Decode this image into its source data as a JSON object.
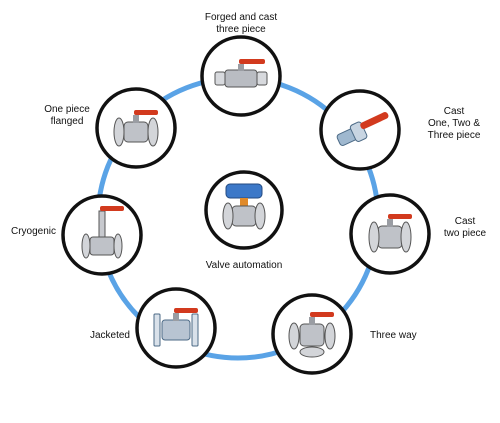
{
  "ring_color": "#5aa3e6",
  "disc_border_color": "#111111",
  "handle_color": "#d23a1e",
  "nodes": [
    {
      "id": "forged",
      "icon": "three-piece-ball-valve-icon",
      "lines": [
        "Forged and cast",
        "three piece"
      ]
    },
    {
      "id": "cast-one-two-three",
      "icon": "lever-ball-valve-icon",
      "lines": [
        "Cast",
        "One, Two &",
        "Three piece"
      ]
    },
    {
      "id": "cast-two",
      "icon": "two-piece-ball-valve-icon",
      "lines": [
        "Cast",
        "two piece"
      ]
    },
    {
      "id": "three-way",
      "icon": "three-way-ball-valve-icon",
      "lines": [
        "Three way"
      ]
    },
    {
      "id": "jacketed",
      "icon": "jacketed-ball-valve-icon",
      "lines": [
        "Jacketed"
      ]
    },
    {
      "id": "cryogenic",
      "icon": "cryogenic-ball-valve-icon",
      "lines": [
        "Cryogenic"
      ]
    },
    {
      "id": "one-piece-flanged",
      "icon": "flanged-ball-valve-icon",
      "lines": [
        "One piece",
        "flanged"
      ]
    },
    {
      "id": "valve-automation",
      "icon": "actuated-ball-valve-icon",
      "lines": [
        "Valve automation"
      ]
    }
  ]
}
